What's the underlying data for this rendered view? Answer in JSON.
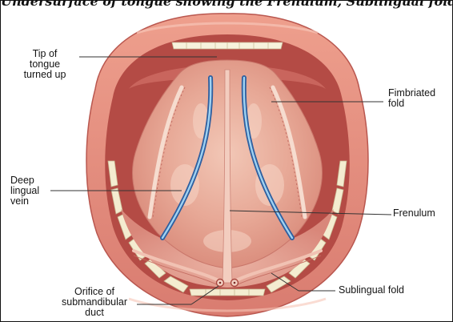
{
  "title": "Undersurface of tongue showing the Frenulum, Sublingual fold and Fimbriated fold",
  "labels": {
    "tip": "Tip of\ntongue\nturned up",
    "fimbriated": "Fimbriated\nfold",
    "deep_vein": "Deep\nlingual\nvein",
    "frenulum": "Frenulum",
    "orifice": "Orifice of\nsubmandibular\nduct",
    "sublingual": "Sublingual fold"
  },
  "colors": {
    "lip_outer": "#e79884",
    "lip_inner": "#cf6f66",
    "mouth_dark": "#b94f49",
    "tongue_light": "#eab5a2",
    "tongue_mid": "#dc8d7d",
    "floor": "#e8a292",
    "vein_outer": "#3b6fb3",
    "vein_inner": "#9fd2f2",
    "teeth": "#f7f2dc",
    "leader": "#333333"
  }
}
